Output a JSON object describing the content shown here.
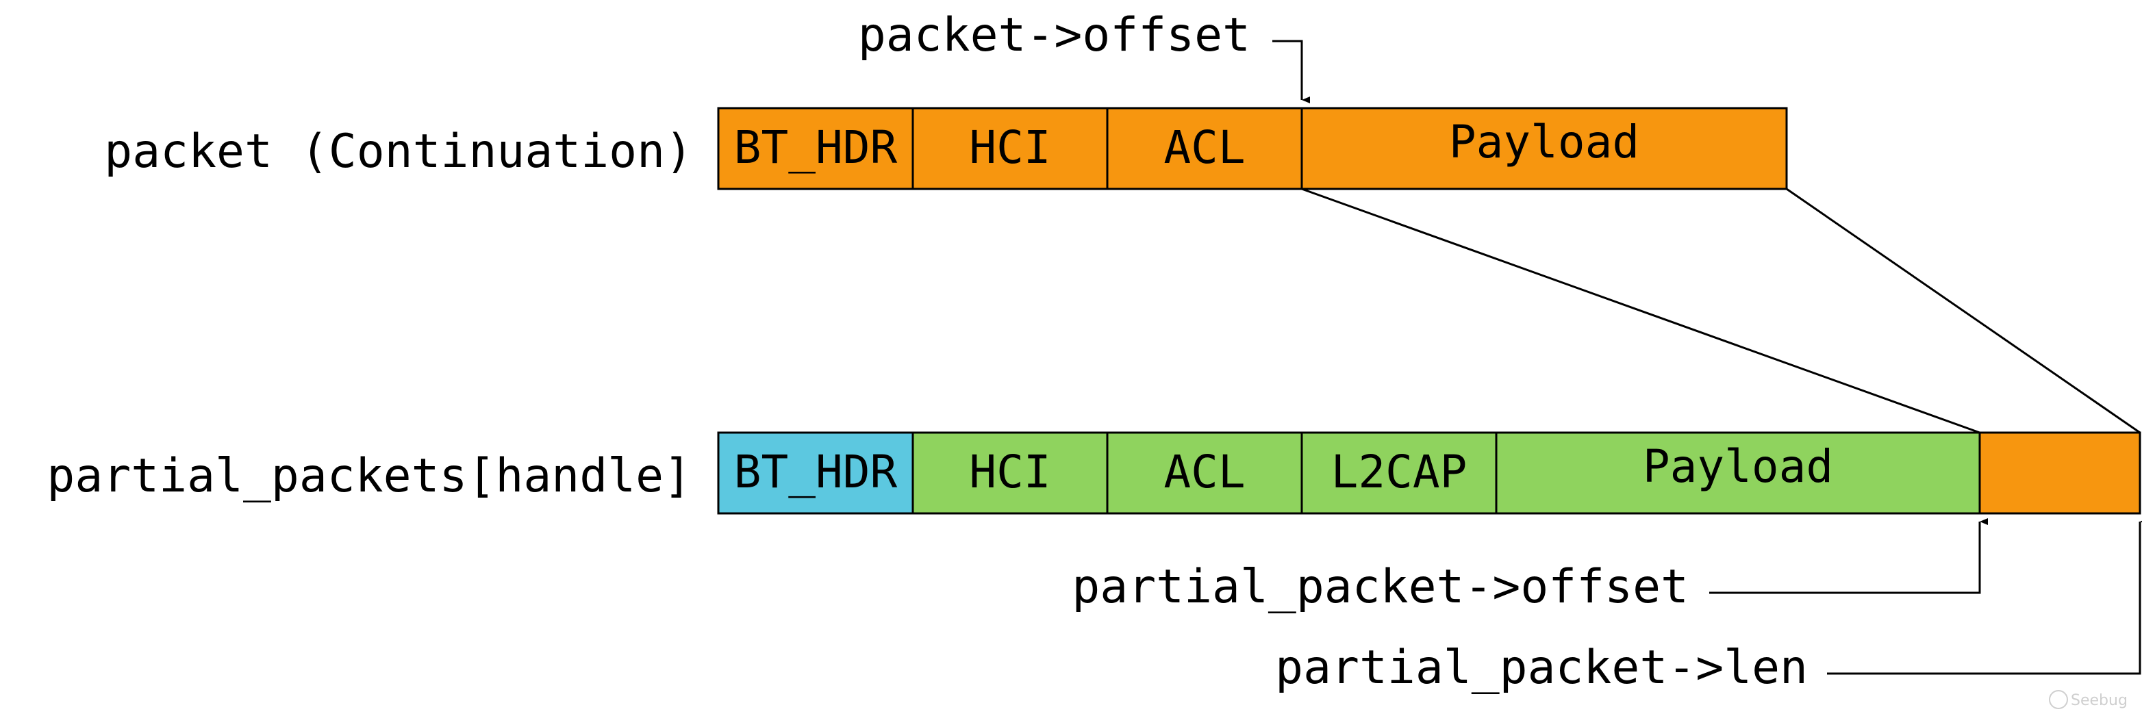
{
  "colors": {
    "orange": "#f7960f",
    "green": "#8fd35e",
    "cyan": "#5cc8e0",
    "stroke": "#000000"
  },
  "labels": {
    "packet_row": "packet (Continuation)",
    "partial_row": "partial_packets[handle]",
    "packet_offset": "packet->offset",
    "partial_offset": "partial_packet->offset",
    "partial_len": "partial_packet->len"
  },
  "packet_segments": [
    {
      "label": "BT_HDR",
      "color": "orange"
    },
    {
      "label": "HCI",
      "color": "orange"
    },
    {
      "label": "ACL",
      "color": "orange"
    },
    {
      "label": "Payload",
      "color": "orange"
    }
  ],
  "partial_segments": [
    {
      "label": "BT_HDR",
      "color": "cyan"
    },
    {
      "label": "HCI",
      "color": "green"
    },
    {
      "label": "ACL",
      "color": "green"
    },
    {
      "label": "L2CAP",
      "color": "green"
    },
    {
      "label": "Payload",
      "color": "green"
    },
    {
      "label": "",
      "color": "orange"
    }
  ],
  "watermark": "Seebug"
}
